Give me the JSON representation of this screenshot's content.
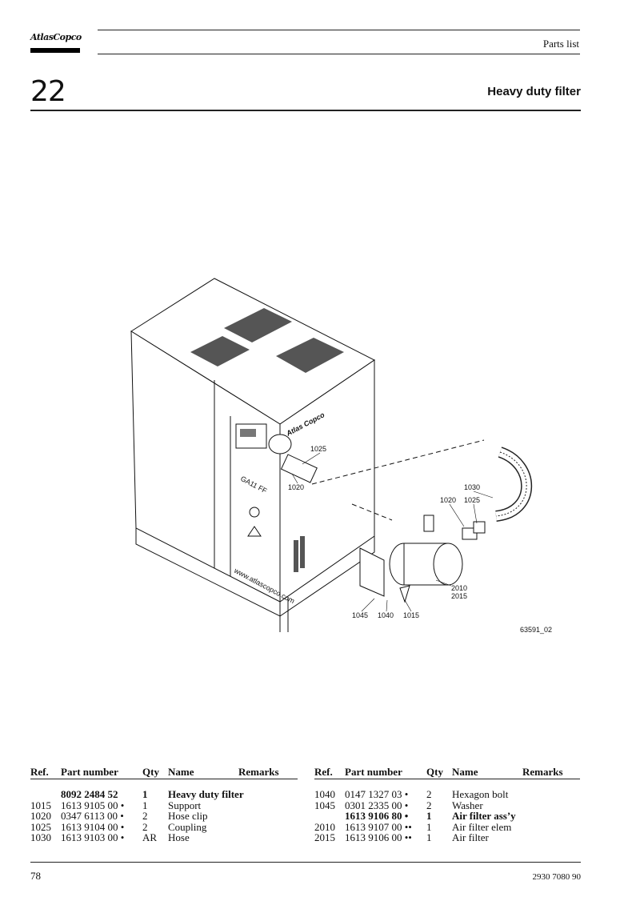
{
  "header": {
    "brand": "AtlasCopco",
    "section_label": "Parts list",
    "chapter_number": "22",
    "title": "Heavy duty filter"
  },
  "drawing": {
    "callouts": [
      "1025",
      "1020",
      "1030",
      "1020",
      "1025",
      "2010",
      "2015",
      "1045",
      "1040",
      "1015"
    ],
    "figure_id": "63591_02",
    "machine_model": "GA11 FF",
    "machine_brand": "Atlas Copco",
    "machine_url": "www.atlascopco.com"
  },
  "parts_table": {
    "columns": [
      "Ref.",
      "Part number",
      "Qty",
      "Name",
      "Remarks"
    ],
    "left_rows": [
      {
        "ref": "",
        "part_number": "8092 2484 52",
        "qty": "1",
        "name": "Heavy duty filter",
        "remarks": "",
        "bold": true
      },
      {
        "ref": "1015",
        "part_number": "1613 9105 00 •",
        "qty": "1",
        "name": "Support",
        "remarks": "",
        "bold": false
      },
      {
        "ref": "1020",
        "part_number": "0347 6113 00 •",
        "qty": "2",
        "name": "Hose clip",
        "remarks": "",
        "bold": false
      },
      {
        "ref": "1025",
        "part_number": "1613 9104 00 •",
        "qty": "2",
        "name": "Coupling",
        "remarks": "",
        "bold": false
      },
      {
        "ref": "1030",
        "part_number": "1613 9103 00 •",
        "qty": "AR",
        "name": "Hose",
        "remarks": "",
        "bold": false
      }
    ],
    "right_rows": [
      {
        "ref": "1040",
        "part_number": "0147 1327 03 •",
        "qty": "2",
        "name": "Hexagon bolt",
        "remarks": "",
        "bold": false
      },
      {
        "ref": "1045",
        "part_number": "0301 2335 00 •",
        "qty": "2",
        "name": "Washer",
        "remarks": "",
        "bold": false
      },
      {
        "ref": "",
        "part_number": "1613 9106 80 •",
        "qty": "1",
        "name": "Air filter ass’y",
        "remarks": "",
        "bold": true
      },
      {
        "ref": "2010",
        "part_number": "1613 9107 00 ••",
        "qty": "1",
        "name": "Air filter elem",
        "remarks": "",
        "bold": false
      },
      {
        "ref": "2015",
        "part_number": "1613 9106 00 ••",
        "qty": "1",
        "name": "Air filter",
        "remarks": "",
        "bold": false
      }
    ]
  },
  "footer": {
    "page_number": "78",
    "document_number": "2930 7080 90"
  }
}
